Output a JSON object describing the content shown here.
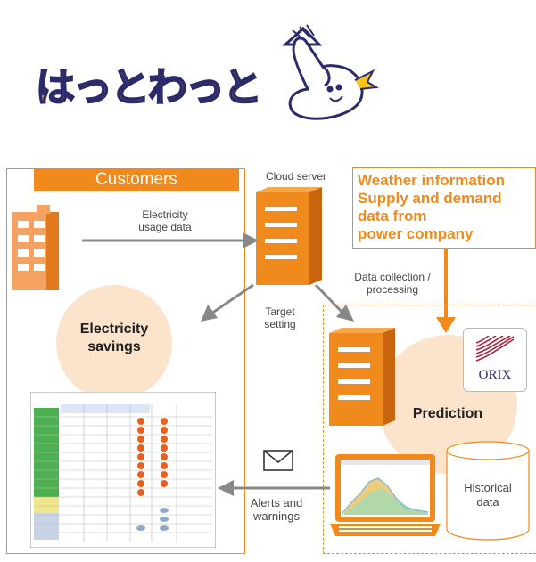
{
  "logo": {
    "text": "はっとわっと"
  },
  "customers": {
    "title": "Customers"
  },
  "labels": {
    "cloud_server": "Cloud server",
    "electricity_usage_line1": "Electricity",
    "electricity_usage_line2": "usage data",
    "target_line1": "Target",
    "target_line2": "setting",
    "data_collection_line1": "Data collection /",
    "data_collection_line2": "processing",
    "alerts_line1": "Alerts and",
    "alerts_line2": "warnings",
    "historical_line1": "Historical",
    "historical_line2": "data"
  },
  "weather_box": {
    "line1": "Weather information",
    "line2": "Supply and demand",
    "line3": "data from",
    "line4": "power company"
  },
  "savings": {
    "line1": "Electricity",
    "line2": "savings"
  },
  "prediction": {
    "label": "Prediction"
  },
  "orix": {
    "text": "ORIX"
  },
  "colors": {
    "orange": "#f08a1c",
    "peach": "#fce3cc",
    "navy": "#2b2b6b",
    "orix_red": "#b0213a"
  }
}
